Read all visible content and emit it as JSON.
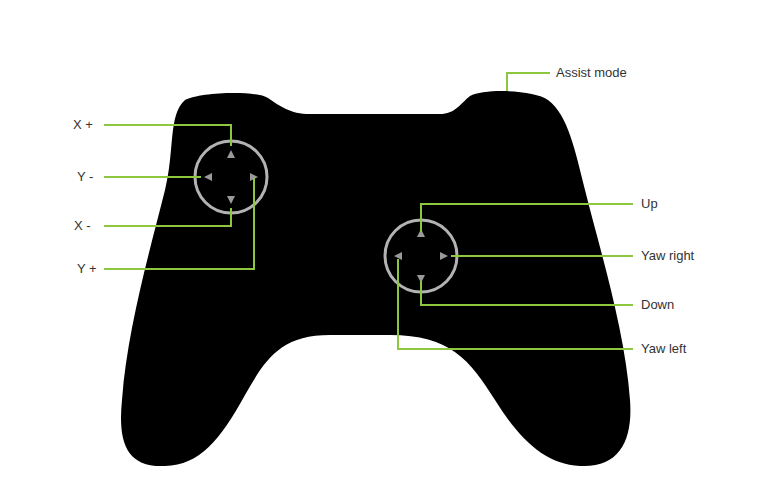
{
  "diagram": {
    "labels": [
      "X +",
      "Y -",
      "X -",
      "Y +",
      "Assist mode",
      "Up",
      "Yaw right",
      "Down",
      "Yaw left"
    ]
  }
}
